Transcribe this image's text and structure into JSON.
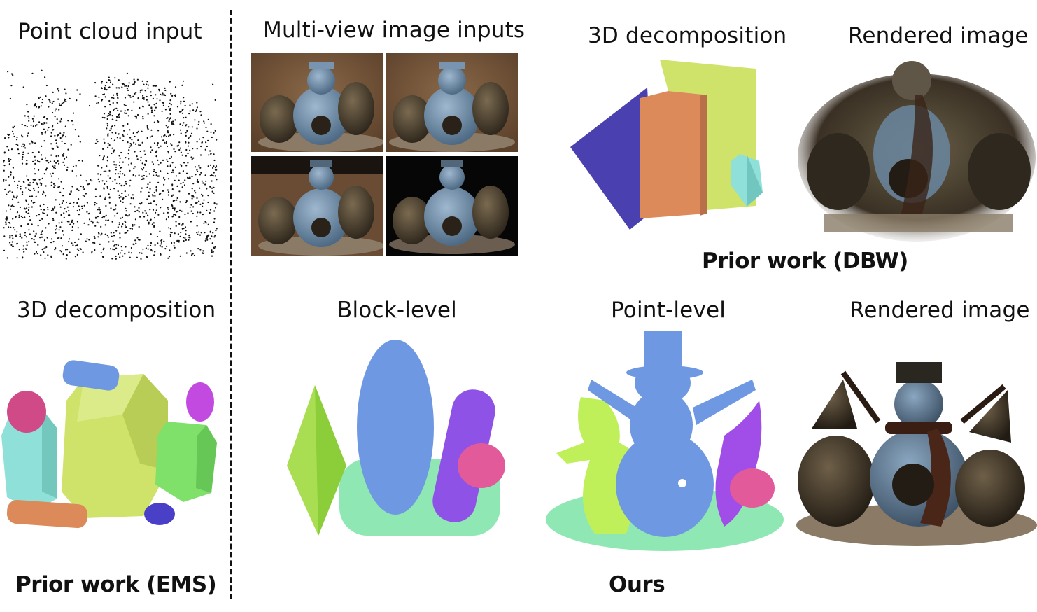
{
  "labels": {
    "point_cloud_input": "Point cloud input",
    "multi_view_inputs": "Multi-view image inputs",
    "decomp_top": "3D decomposition",
    "rendered_top": "Rendered image",
    "prior_dbw": "Prior work (DBW)",
    "decomp_bottom": "3D decomposition",
    "block_level": "Block-level",
    "point_level": "Point-level",
    "rendered_bottom": "Rendered image",
    "prior_ems": "Prior work (EMS)",
    "ours": "Ours"
  },
  "colors": {
    "purple_block": "#4a40b0",
    "lime": "#cfe36a",
    "orange": "#dc8a5a",
    "teal": "#8fe0d8",
    "blue": "#6f98e3",
    "magenta": "#cf4a86",
    "violet": "#8f52e6",
    "green": "#7fe06a",
    "mint": "#8fe8b4",
    "pink": "#e35a9a",
    "bronze": "#4a3a28",
    "snow_blue": "#6f8fa8",
    "table_brown": "#6b4a2e",
    "dark_bg": "#0b0b0b"
  }
}
